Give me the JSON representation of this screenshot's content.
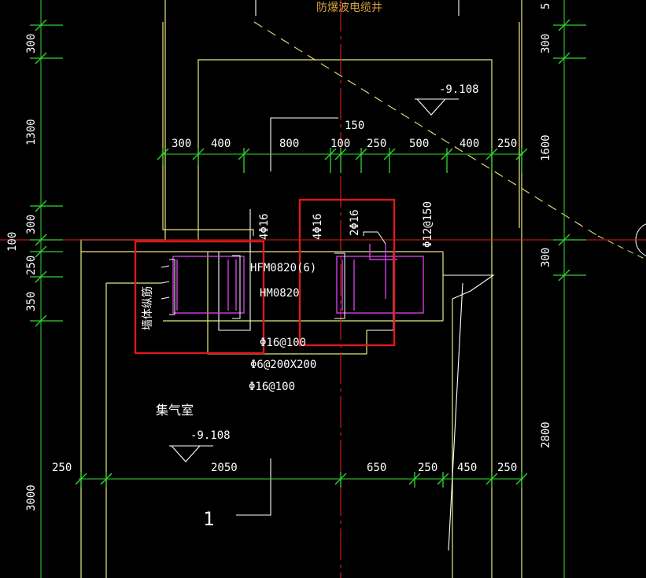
{
  "colors": {
    "background": "#000000",
    "dimension": "#33d633",
    "wall": "#e8e880",
    "axis": "#e02020",
    "rebar": "#d040e0",
    "line": "#ffffff",
    "highlight": "#e01818",
    "top_text": "#d8a040"
  },
  "top_label": "防爆波电缆井",
  "elevations": [
    "-9.108",
    "-9.108"
  ],
  "room_label": "集气室",
  "door_labels": [
    "HFM0820(6)",
    "HM0820"
  ],
  "left_dims": [
    "300",
    "1300",
    "300",
    "100",
    "250",
    "350",
    "3000"
  ],
  "right_dims": [
    "5",
    "300",
    "1600",
    "300",
    "2800"
  ],
  "top_dims": [
    "300",
    "400",
    "800",
    "100",
    "250",
    "500",
    "400",
    "250"
  ],
  "dim_150": "150",
  "bottom_dims": [
    "250",
    "2050",
    "650",
    "250",
    "450",
    "250"
  ],
  "rebar_labels": {
    "v1": "4Φ16",
    "v2": "4Φ16",
    "v3": "2Φ16",
    "v4": "Φ12@150",
    "h1": "Φ16@100",
    "h2": "Φ6@200X200",
    "h3": "Φ16@100",
    "wall_rebar": "墙体纵筋"
  },
  "axis_number": "1"
}
